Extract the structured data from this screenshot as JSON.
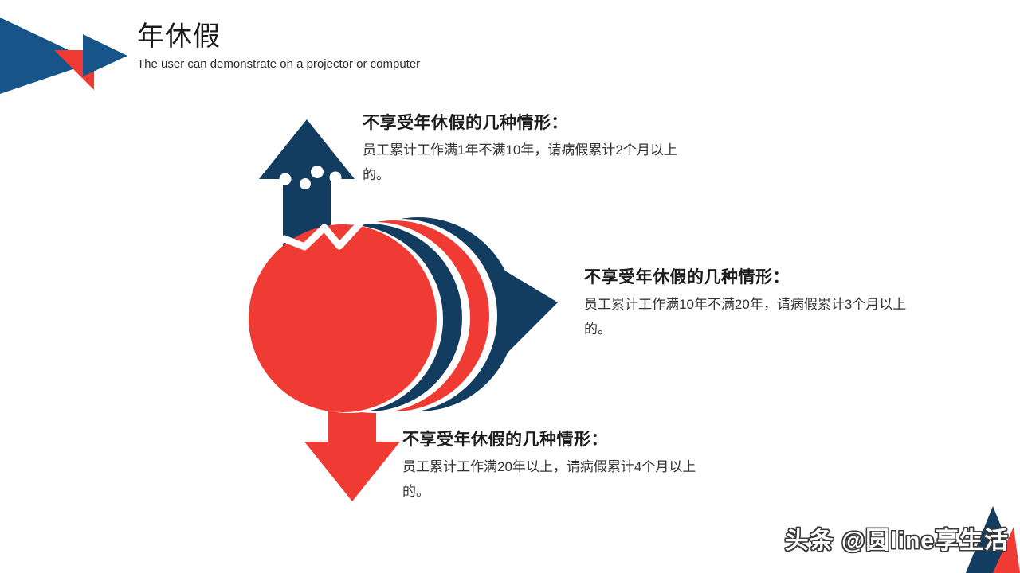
{
  "slide": {
    "background_color": "#ffffff",
    "accent_navy": "#133D60",
    "accent_blue": "#17548A",
    "accent_red": "#EF3B33",
    "text_color": "#1c1c1c"
  },
  "header": {
    "title": "年休假",
    "subtitle": "The user can demonstrate on a projector or computer"
  },
  "graphic": {
    "circle_icon_dots": "scatter-dots-icon",
    "circle_icon_line": "trending-up-line-icon",
    "arrow_up": "arrow-up-icon",
    "arrow_right": "arrow-right-icon",
    "arrow_down": "arrow-down-icon",
    "layers": [
      {
        "name": "layer-back-navy",
        "color": "#133D60"
      },
      {
        "name": "layer-mid-red",
        "color": "#EF3B33"
      },
      {
        "name": "layer-inner-navy",
        "color": "#133D60"
      },
      {
        "name": "layer-front-red",
        "color": "#EF3B33"
      }
    ]
  },
  "blocks": [
    {
      "title": "不享受年休假的几种情形：",
      "body": "员工累计工作满1年不满10年，请病假累计2个月以上的。"
    },
    {
      "title": "不享受年休假的几种情形：",
      "body": "员工累计工作满10年不满20年，请病假累计3个月以上的。"
    },
    {
      "title": "不享受年休假的几种情形：",
      "body": "员工累计工作满20年以上，请病假累计4个月以上的。"
    }
  ],
  "watermark": {
    "text": "头条 @圆line享生活"
  }
}
